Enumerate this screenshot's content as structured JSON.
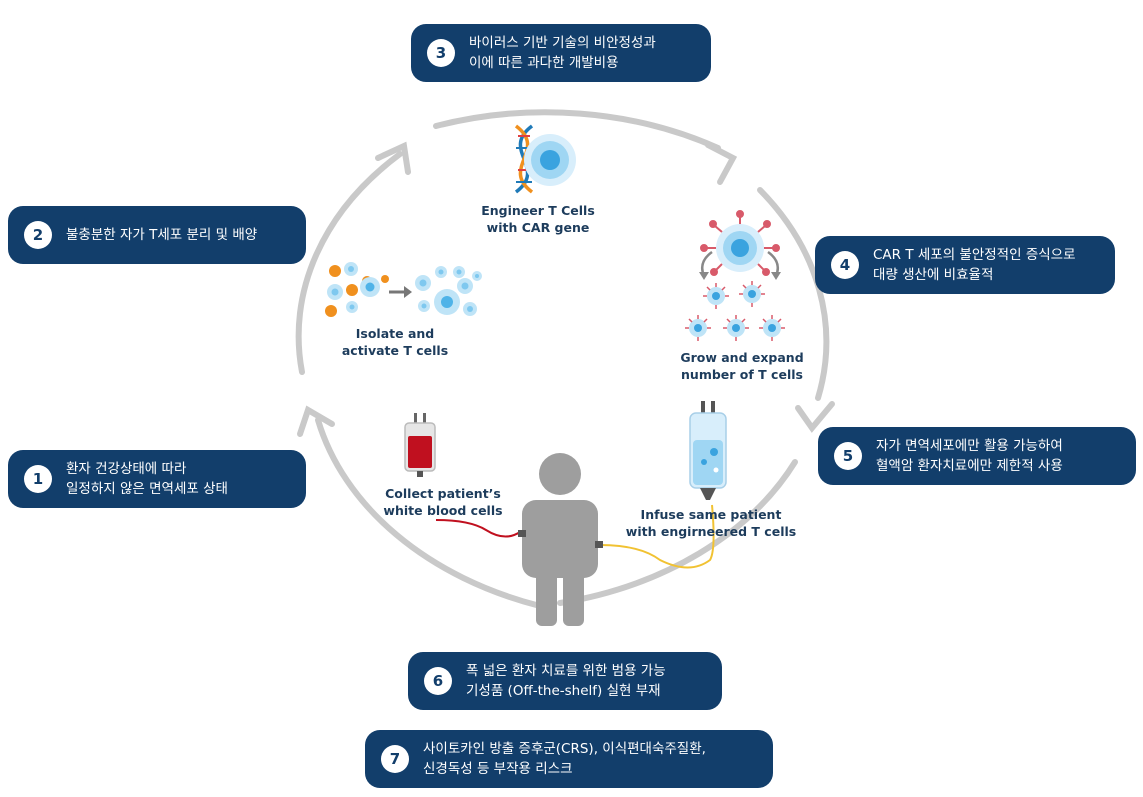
{
  "steps": [
    {
      "number": "1",
      "line1": "환자 건강상태에 따라",
      "line2": "일정하지 않은 면역세포 상태"
    },
    {
      "number": "2",
      "line1": "불충분한 자가 T세포 분리 및 배양",
      "line2": ""
    },
    {
      "number": "3",
      "line1": "바이러스 기반 기술의 비안정성과",
      "line2": "이에 따른 과다한 개발비용"
    },
    {
      "number": "4",
      "line1": "CAR T 세포의 불안정적인 증식으로",
      "line2": "대량 생산에 비효율적"
    },
    {
      "number": "5",
      "line1": "자가 면역세포에만 활용 가능하여",
      "line2": "혈액암 환자치료에만 제한적 사용"
    },
    {
      "number": "6",
      "line1": "폭 넓은 환자 치료를 위한 범용 가능",
      "line2": "기성품 (Off-the-shelf) 실현 부재"
    },
    {
      "number": "7",
      "line1": "사이토카인 방출 증후군(CRS), 이식편대숙주질환,",
      "line2": "신경독성 등 부작용 리스크"
    }
  ],
  "process": {
    "isolate": {
      "line1": "Isolate and",
      "line2": "activate T cells"
    },
    "engineer": {
      "line1": "Engineer T Cells",
      "line2": "with CAR gene"
    },
    "grow": {
      "line1": "Grow and expand",
      "line2": "number of T cells"
    },
    "collect": {
      "line1": "Collect patient’s",
      "line2": "white blood cells"
    },
    "infuse": {
      "line1": "Infuse same patient",
      "line2": "with engirneered T cells"
    }
  },
  "colors": {
    "pill_bg": "#123e6b",
    "cycle_arrow": "#c9c9c9",
    "label_text": "#1d3c5c",
    "person": "#9e9e9e",
    "blood": "#c0101f",
    "infusion_line": "#f1c232",
    "cell_blue": "#7ec8ef",
    "cell_orange": "#f0901e",
    "dna": "#1f7ab8"
  },
  "icons": [
    "dna-icon",
    "t-cell-icon",
    "blood-bag-icon",
    "iv-bag-icon",
    "patient-icon",
    "right-arrow-icon"
  ]
}
